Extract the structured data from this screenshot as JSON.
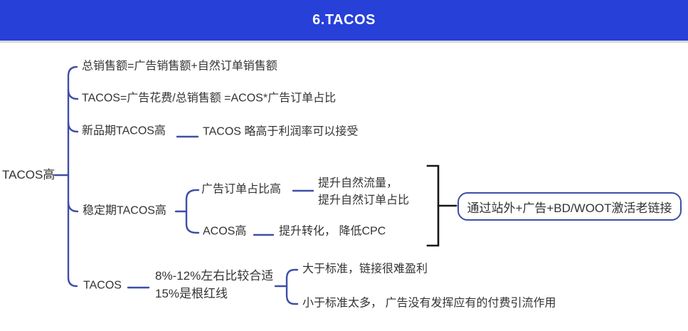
{
  "header": {
    "title": "6.TACOS"
  },
  "colors": {
    "header_bg": "#2640d8",
    "line": "#3e4ea6",
    "bracket": "#161616",
    "text": "#333333",
    "callout_border": "#3e4ea6"
  },
  "mindmap": {
    "root": {
      "label": "TACOS高"
    },
    "branches": [
      {
        "label": "总销售额=广告销售额+自然订单销售额"
      },
      {
        "label": "TACOS=广告花费/总销售额  =ACOS*广告订单占比"
      },
      {
        "label": "新品期TACOS高",
        "note": "TACOS 略高于利润率可以接受"
      },
      {
        "label": "稳定期TACOS高",
        "children": [
          {
            "label": "广告订单占比高",
            "detail_line1": "提升自然流量，",
            "detail_line2": "提升自然订单占比"
          },
          {
            "label": "ACOS高",
            "detail": "提升转化， 降低CPC"
          }
        ],
        "callout": "通过站外+广告+BD/WOOT激活老链接"
      },
      {
        "label": "TACOS",
        "range_line1": "8%-12%左右比较合适",
        "range_line2": "15%是根红线",
        "children": [
          {
            "label": "大于标准，链接很难盈利"
          },
          {
            "label": "小于标准太多， 广告没有发挥应有的付费引流作用"
          }
        ]
      }
    ]
  }
}
